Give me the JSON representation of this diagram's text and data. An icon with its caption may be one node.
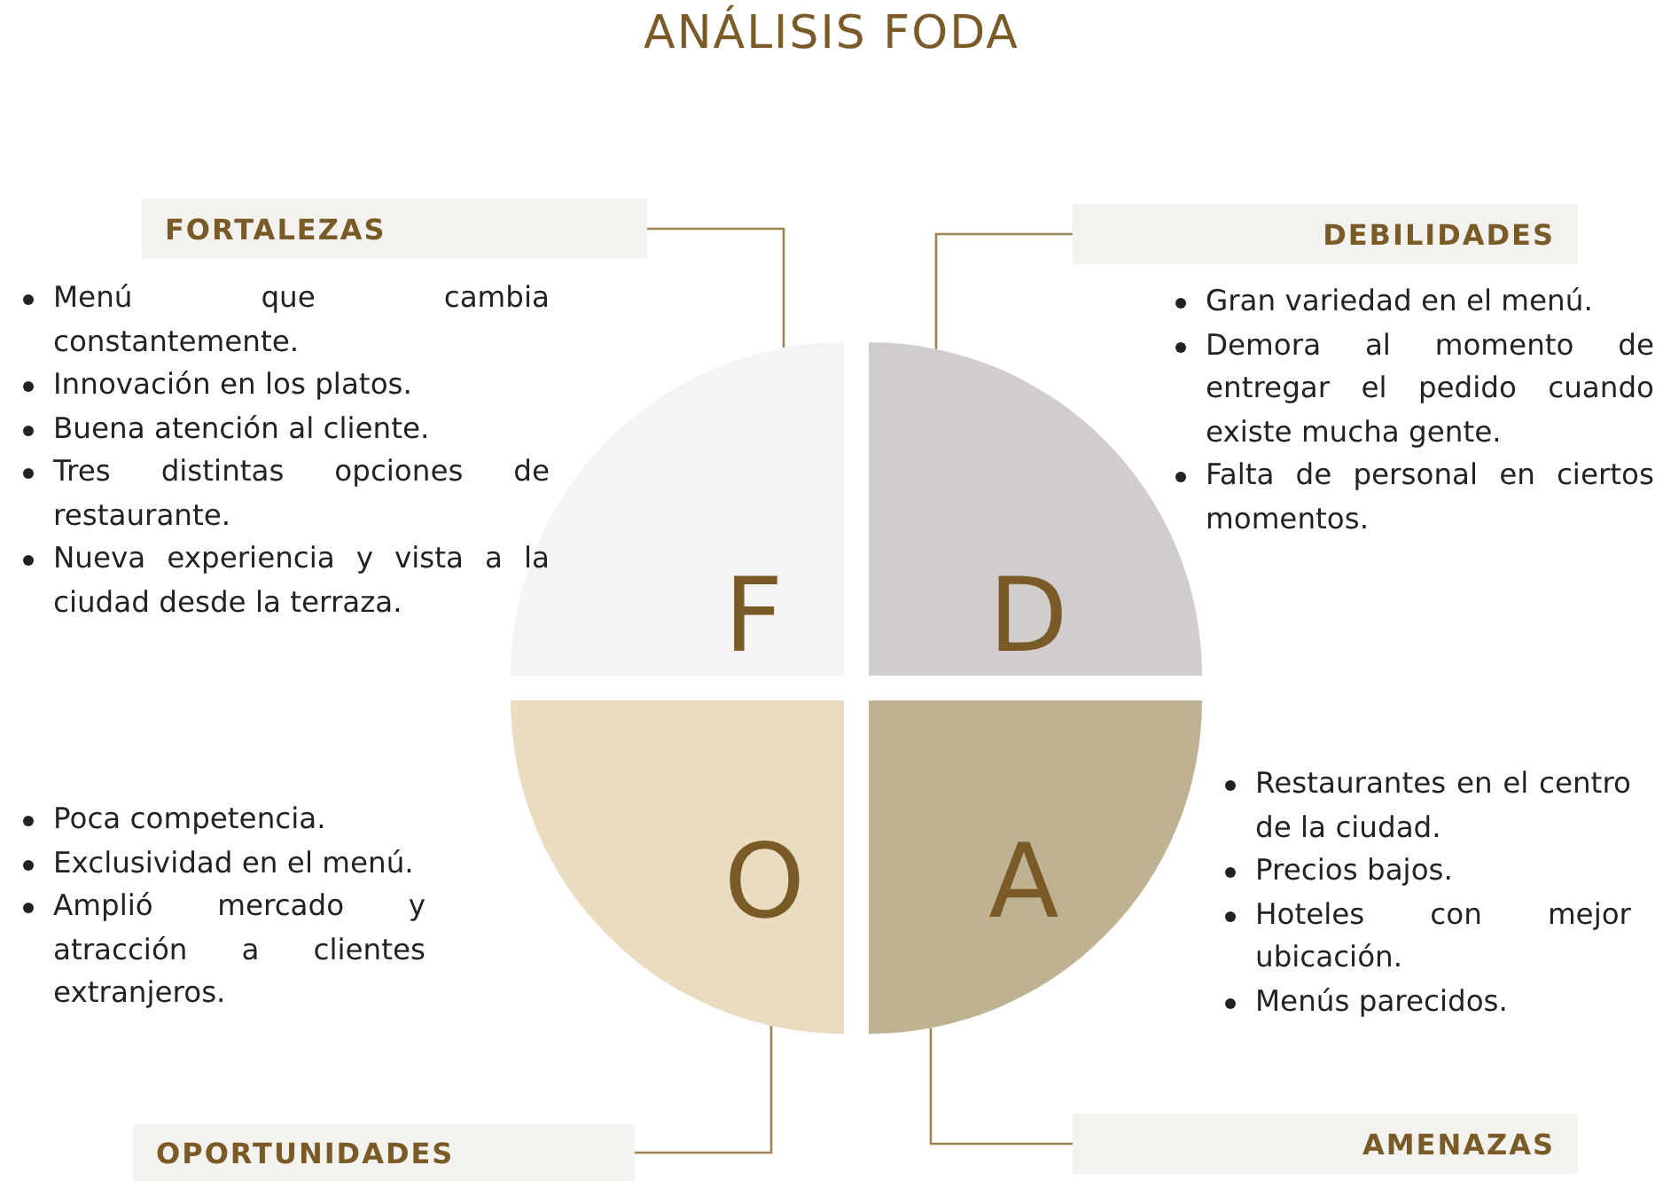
{
  "diagram": {
    "title": "ANÁLISIS FODA",
    "nodes": [
      {
        "text": [
          "FORTALEZAS"
        ]
      },
      {
        "text": [
          "DEBILIDADES"
        ]
      },
      {
        "text": [
          "F"
        ]
      },
      {
        "text": [
          "D"
        ]
      },
      {
        "text": [
          "O"
        ]
      },
      {
        "text": [
          "A"
        ]
      },
      {
        "text": [
          "OPORTUNIDADES"
        ]
      },
      {
        "text": [
          "AMENAZAS"
        ]
      }
    ],
    "edges": [
      {
        "from": 0,
        "to": 2,
        "arrow": "none"
      },
      {
        "from": 1,
        "to": 3,
        "arrow": "none"
      },
      {
        "from": 6,
        "to": 4,
        "arrow": "none"
      },
      {
        "from": 7,
        "to": 5,
        "arrow": "none"
      }
    ],
    "labels": [
      "Menú que cambia constantemente.",
      "Innovación en los platos.",
      "Buena atención al cliente.",
      "Tres distintas opciones de restaurante.",
      "Nueva experiencia y vista a la ciudad desde la terraza.",
      "Gran variedad en el menú.",
      "Demora al momento de entregar el pedido cuando existe mucha gente.",
      "Falta de personal en ciertos momentos.",
      "Poca competencia.",
      "Exclusividad en el menú.",
      "Amplió mercado y atracción a clientes extranjeros.",
      "Restaurantes en el centro de la ciudad.",
      "Precios bajos.",
      "Hoteles con mejor ubicación.",
      "Menús parecidos."
    ]
  }
}
